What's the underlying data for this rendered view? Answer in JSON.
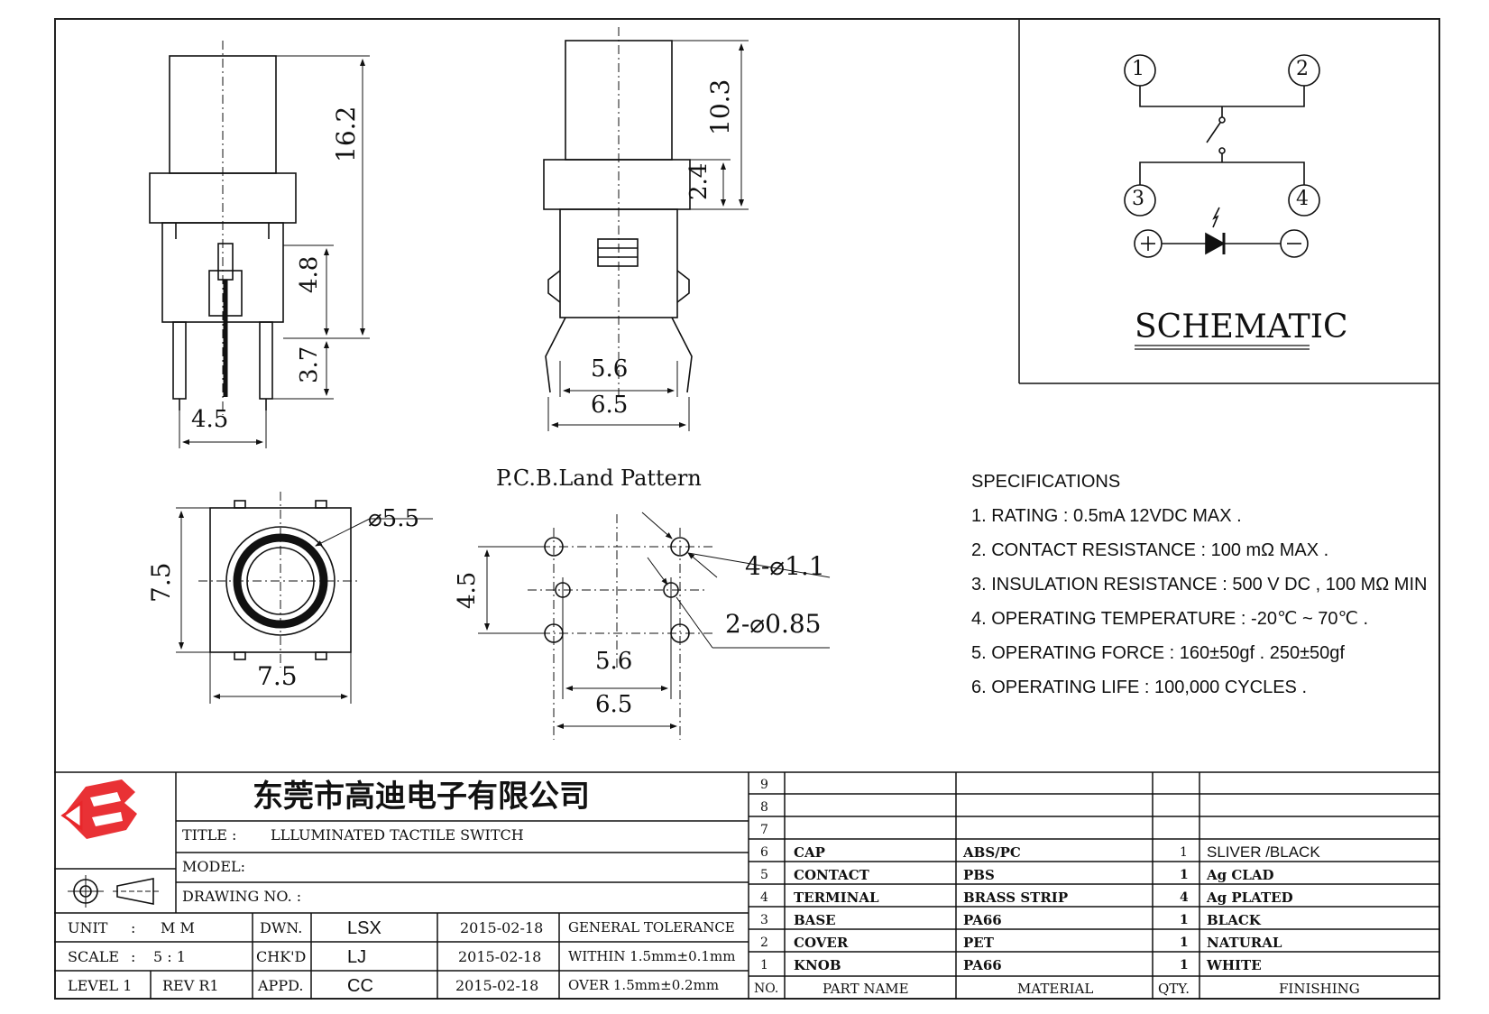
{
  "dimensions": {
    "side_height": "16.2",
    "side_body": "4.8",
    "side_pin": "3.7",
    "side_pitch": "4.5",
    "front_cap": "10.3",
    "front_ring": "2.4",
    "front_inner": "5.6",
    "front_outer": "6.5",
    "top_height": "7.5",
    "top_width": "7.5",
    "top_dia": "⌀5.5"
  },
  "pcb": {
    "title": "P.C.B.Land Pattern",
    "pitch_v": "4.5",
    "inner": "5.6",
    "outer": "6.5",
    "hole_large": "4-⌀1.1",
    "hole_small": "2-⌀0.85"
  },
  "schematic": {
    "title": "SCHEMATIC",
    "pins": [
      "1",
      "2",
      "3",
      "4"
    ],
    "plus": "+",
    "minus": "−"
  },
  "specifications": {
    "heading": "SPECIFICATIONS",
    "items": [
      "1. RATING : 0.5mA 12VDC MAX .",
      "2. CONTACT RESISTANCE : 100 mΩ MAX .",
      "3. INSULATION RESISTANCE : 500 V DC , 100 MΩ MIN",
      "4. OPERATING TEMPERATURE : -20℃ ~ 70℃ .",
      "5. OPERATING FORCE : 160±50gf . 250±50gf",
      "6. OPERATING LIFE : 100,000 CYCLES ."
    ]
  },
  "title_block": {
    "company": "东莞市高迪电子有限公司",
    "title_label": "TITLE :",
    "title_value": "LLLUMINATED TACTILE SWITCH",
    "model_label": "MODEL:",
    "drawing_label": "DRAWING NO. :",
    "unit_label": "UNIT",
    "unit_sep": ":",
    "unit_value": "M M",
    "scale_label": "SCALE",
    "scale_sep": ":",
    "scale_value": "5 : 1",
    "level": "LEVEL 1",
    "rev": "REV R1",
    "dwn_label": "DWN.",
    "dwn_name": "LSX",
    "dwn_date": "2015-02-18",
    "chk_label": "CHK'D",
    "chk_name": "LJ",
    "chk_date": "2015-02-18",
    "appd_label": "APPD.",
    "appd_name": "CC",
    "appd_date": "2015-02-18",
    "tol_heading": "GENERAL TOLERANCE",
    "tol_within": "WITHIN 1.5mm±0.1mm",
    "tol_over": "OVER 1.5mm±0.2mm"
  },
  "bom": {
    "headers": {
      "no": "NO.",
      "part": "PART NAME",
      "material": "MATERIAL",
      "qty": "QTY.",
      "finishing": "FINISHING"
    },
    "empty_rows": [
      "9",
      "8",
      "7"
    ],
    "rows": [
      {
        "no": "6",
        "part": "CAP",
        "material": "ABS/PC",
        "qty": "1",
        "finishing": "SLIVER /BLACK"
      },
      {
        "no": "5",
        "part": "CONTACT",
        "material": "PBS",
        "qty": "1",
        "finishing": "Ag CLAD"
      },
      {
        "no": "4",
        "part": "TERMINAL",
        "material": "BRASS STRIP",
        "qty": "4",
        "finishing": "Ag PLATED"
      },
      {
        "no": "3",
        "part": "BASE",
        "material": "PA66",
        "qty": "1",
        "finishing": "BLACK"
      },
      {
        "no": "2",
        "part": "COVER",
        "material": "PET",
        "qty": "1",
        "finishing": "NATURAL"
      },
      {
        "no": "1",
        "part": "KNOB",
        "material": "PA66",
        "qty": "1",
        "finishing": "WHITE"
      }
    ]
  },
  "colors": {
    "logo_red": "#e8262a",
    "ink": "#111111"
  }
}
